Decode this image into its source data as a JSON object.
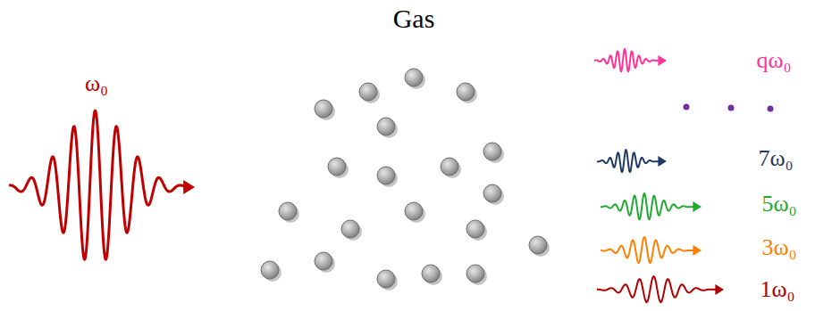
{
  "diagram": {
    "title": "Gas",
    "labels": [
      "ω₀",
      "qω₀",
      "7ω₀",
      "5ω₀",
      "3ω₀",
      "1ω₀"
    ]
  }
}
